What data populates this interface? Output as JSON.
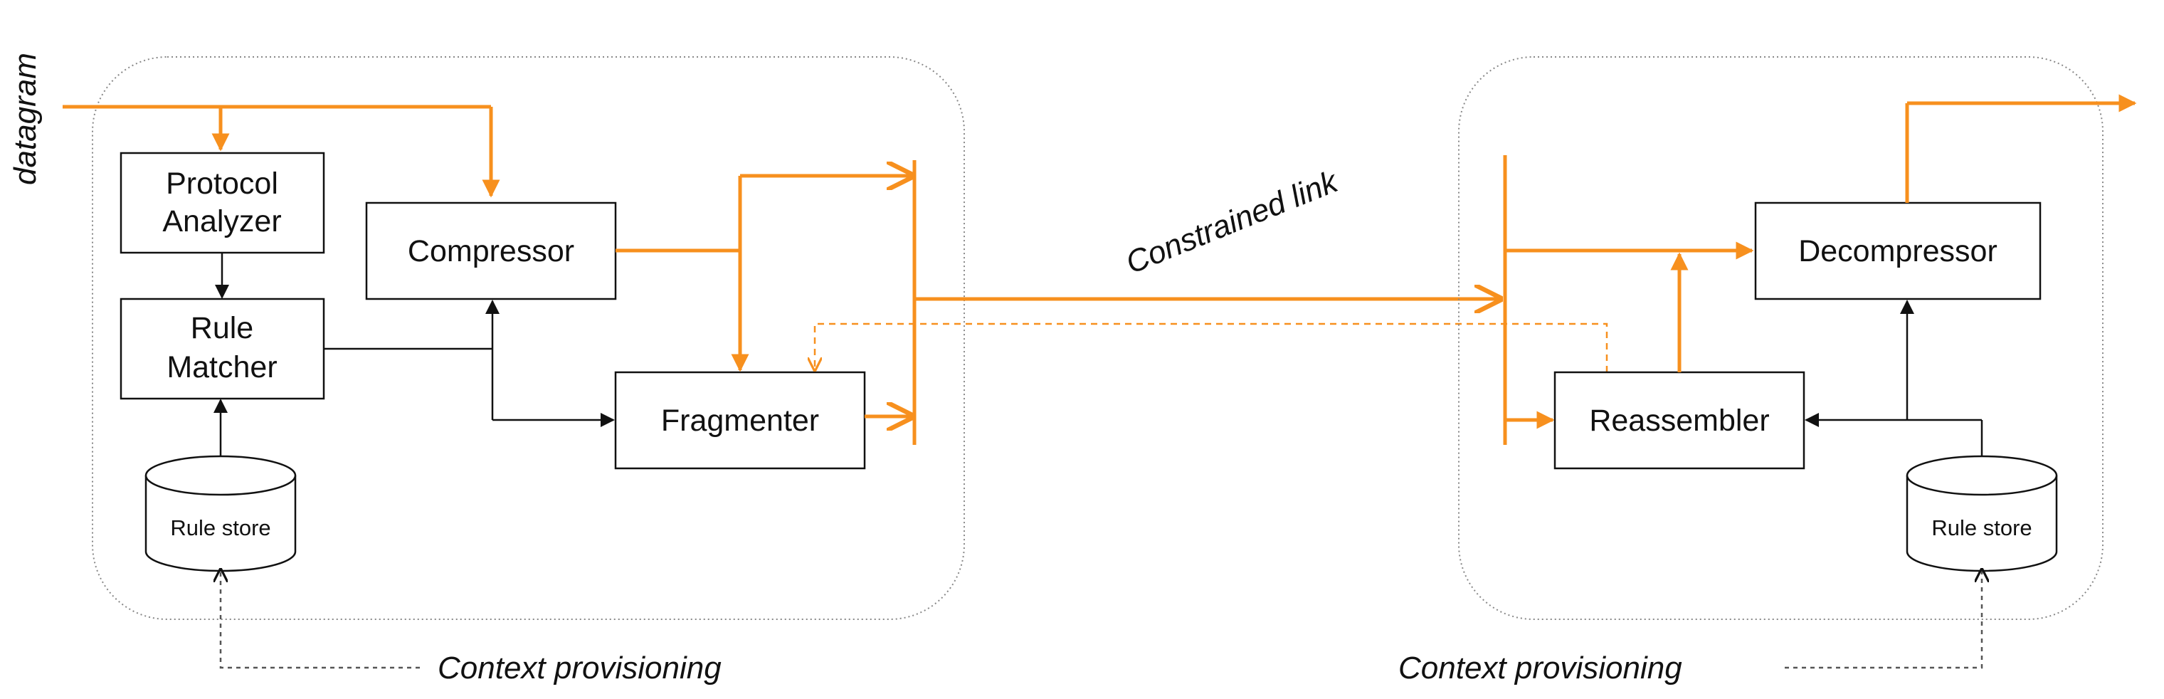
{
  "sender": {
    "input_label": "datagram",
    "protocol_analyzer": [
      "Protocol",
      "Analyzer"
    ],
    "rule_matcher": [
      "Rule",
      "Matcher"
    ],
    "compressor": "Compressor",
    "fragmenter": "Fragmenter",
    "rule_store": "Rule store",
    "provisioning": "Context provisioning"
  },
  "link": {
    "label": "Constrained link"
  },
  "receiver": {
    "decompressor": "Decompressor",
    "reassembler": "Reassembler",
    "rule_store": "Rule store",
    "provisioning": "Context provisioning"
  },
  "colors": {
    "data_path": "#f7901e",
    "control_path": "#111111",
    "container_border": "#888888"
  }
}
